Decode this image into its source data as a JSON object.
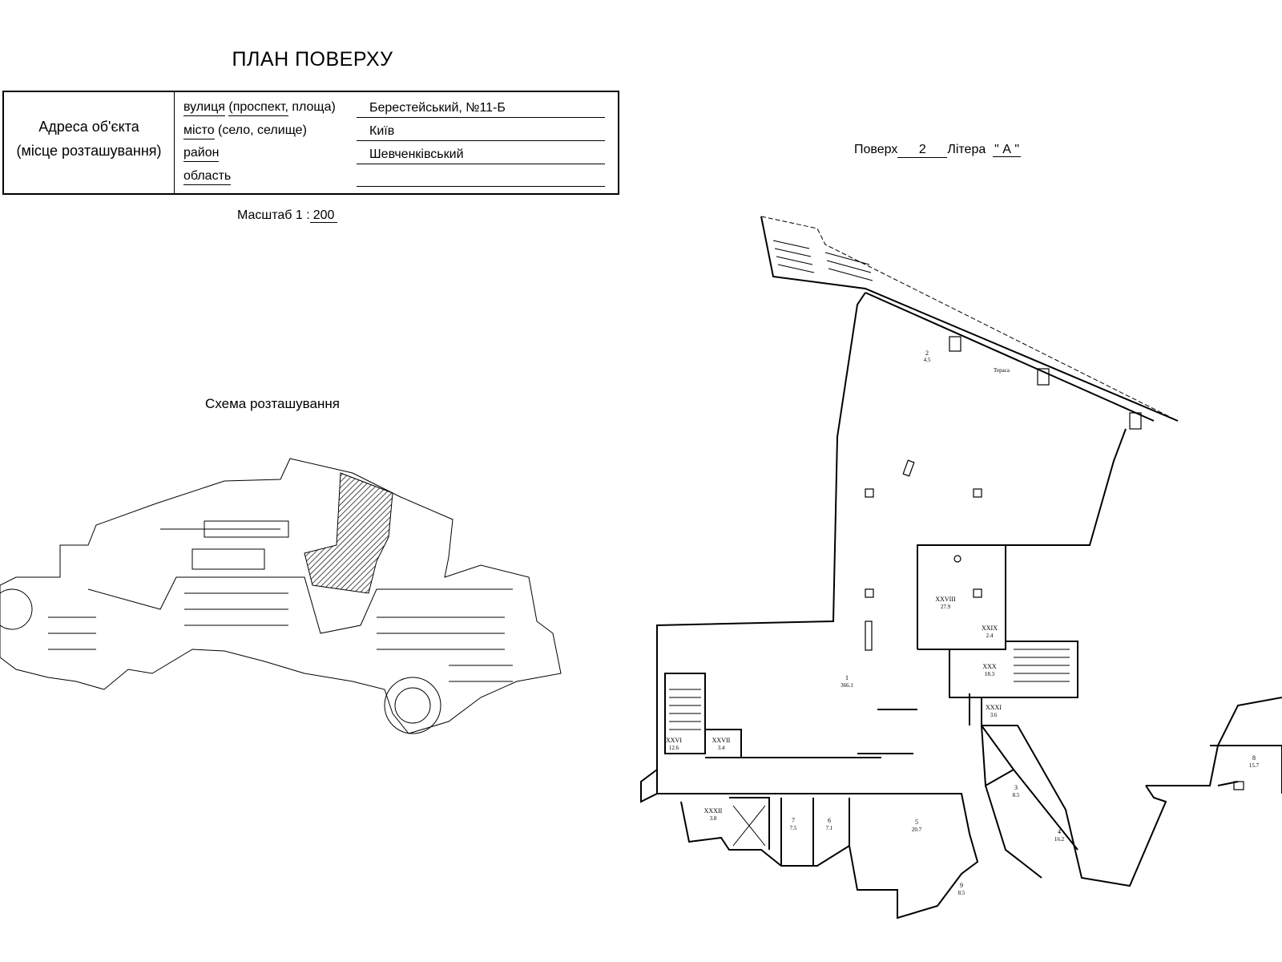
{
  "title": "ПЛАН ПОВЕРХУ",
  "address": {
    "label_line1": "Адреса об'єкта",
    "label_line2": "(місце розташування)",
    "fields": [
      {
        "label_a": "вулиця",
        "label_b": "(проспект,",
        "label_c": " площа)",
        "value": "Берестейський, №11-Б"
      },
      {
        "label_a": "місто",
        "label_b": "",
        "label_c": " (село, селище)",
        "value": "Київ"
      },
      {
        "label_a": "район",
        "label_b": "",
        "label_c": "",
        "value": "Шевченківський"
      },
      {
        "label_a": "область",
        "label_b": "",
        "label_c": "",
        "value": ""
      }
    ]
  },
  "scale": {
    "label": "Масштаб  1 :",
    "value": "200"
  },
  "floor": {
    "floor_label": "Поверх",
    "floor_value": "2",
    "letter_label": "Літера",
    "letter_value": "\" А \""
  },
  "scheme_title": "Схема розташування",
  "rooms": [
    {
      "id": "1",
      "area": "366.1"
    },
    {
      "id": "2",
      "area": "4.5"
    },
    {
      "id": "3",
      "area": "8.5"
    },
    {
      "id": "4",
      "area": "16.2"
    },
    {
      "id": "5",
      "area": "20.7"
    },
    {
      "id": "6",
      "area": "7.1"
    },
    {
      "id": "7",
      "area": "7.5"
    },
    {
      "id": "8",
      "area": "15.7"
    },
    {
      "id": "9",
      "area": "8.5"
    },
    {
      "id": "XXVI",
      "area": "12.6"
    },
    {
      "id": "XXVII",
      "area": "3.4"
    },
    {
      "id": "XXVIII",
      "area": "27.9"
    },
    {
      "id": "XXIX",
      "area": "2.4"
    },
    {
      "id": "XXX",
      "area": "18.3"
    },
    {
      "id": "XXXI",
      "area": "3.6"
    },
    {
      "id": "XXXII",
      "area": "3.8"
    }
  ],
  "terrace_label": "Тераса"
}
